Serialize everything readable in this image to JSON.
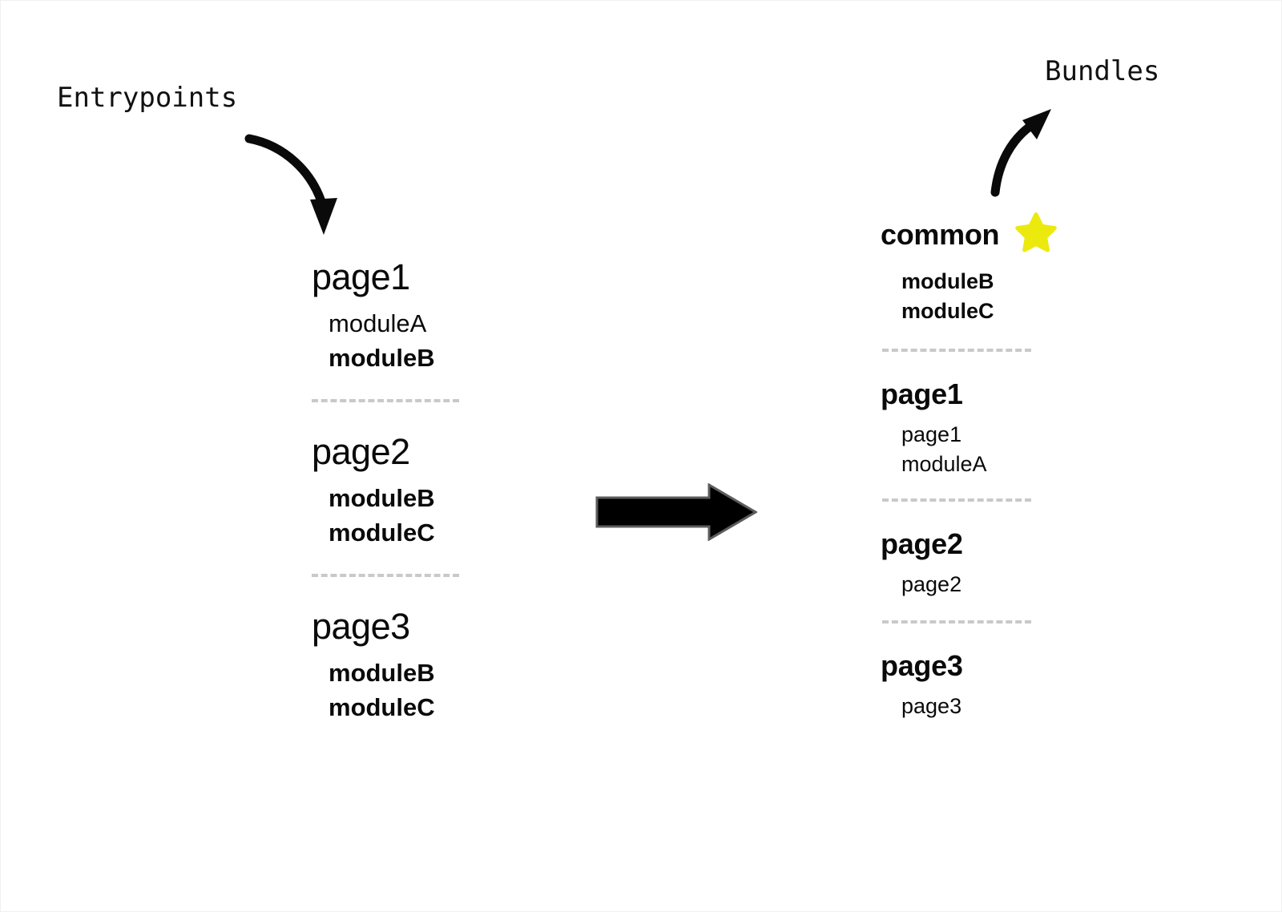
{
  "annotations": {
    "entrypoints_label": "Entrypoints",
    "bundles_label": "Bundles"
  },
  "colors": {
    "module_b": "#5aa544",
    "module_c": "#f70d0d",
    "star": "#ece90f",
    "divider": "#c9c9c9",
    "text": "#0a0a0a",
    "background": "#ffffff"
  },
  "entrypoints": {
    "groups": [
      {
        "title": "page1",
        "items": [
          {
            "label": "moduleA",
            "style": "plain"
          },
          {
            "label": "moduleB",
            "style": "mod-b"
          }
        ]
      },
      {
        "title": "page2",
        "items": [
          {
            "label": "moduleB",
            "style": "mod-b"
          },
          {
            "label": "moduleC",
            "style": "mod-c"
          }
        ]
      },
      {
        "title": "page3",
        "items": [
          {
            "label": "moduleB",
            "style": "mod-b"
          },
          {
            "label": "moduleC",
            "style": "mod-c"
          }
        ]
      }
    ]
  },
  "bundles": {
    "groups": [
      {
        "title": "common",
        "badge": "star-icon",
        "items": [
          {
            "label": "moduleB",
            "style": "mod-b"
          },
          {
            "label": "moduleC",
            "style": "mod-c"
          }
        ]
      },
      {
        "title": "page1",
        "badge": null,
        "items": [
          {
            "label": "page1",
            "style": "plain"
          },
          {
            "label": "moduleA",
            "style": "plain"
          }
        ]
      },
      {
        "title": "page2",
        "badge": null,
        "items": [
          {
            "label": "page2",
            "style": "plain"
          }
        ]
      },
      {
        "title": "page3",
        "badge": null,
        "items": [
          {
            "label": "page3",
            "style": "plain"
          }
        ]
      }
    ]
  },
  "icons": {
    "entrypoints_arrow": "curved-arrow-down-right-icon",
    "bundles_arrow": "curved-arrow-up-right-icon",
    "transform_arrow": "block-arrow-right-icon",
    "common_badge": "star-icon"
  }
}
